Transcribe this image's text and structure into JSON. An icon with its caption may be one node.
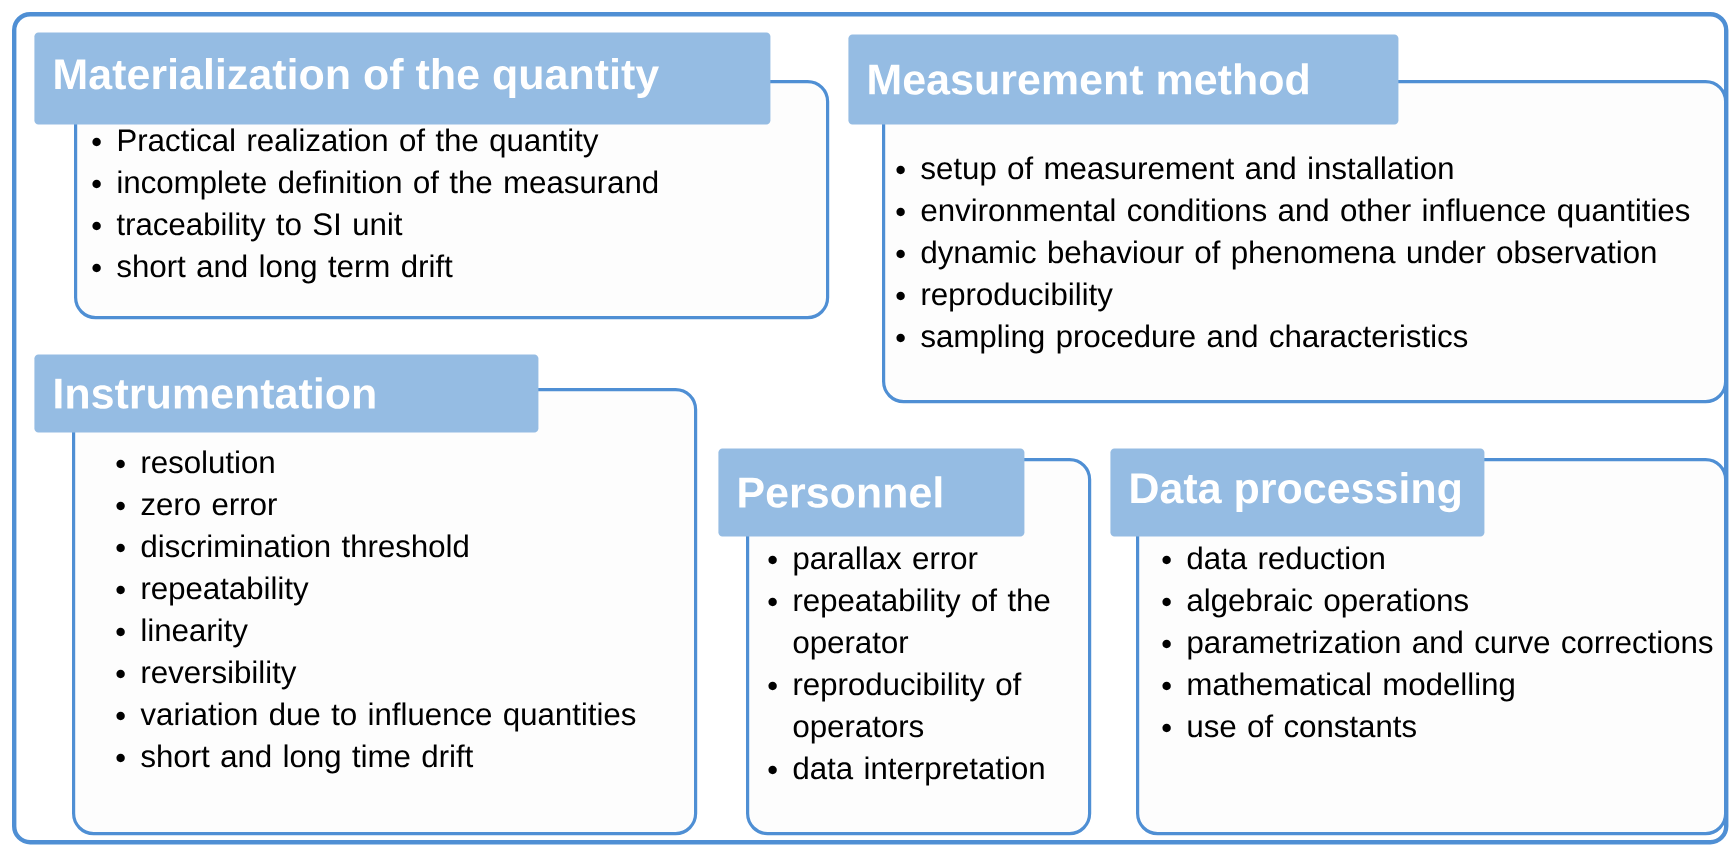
{
  "diagram": {
    "nodes": [
      {
        "text": [],
        "shape": "box"
      },
      {
        "text": [
          "Materialization of the quantity",
          "Practical realization of the quantity",
          "incomplete definition of the measurand",
          "traceability to SI unit",
          "short and long term drift"
        ],
        "in": 0
      },
      {
        "text": [
          "Measurement method",
          "setup of measurement and installation",
          "environmental conditions and other influence quantities",
          "dynamic behaviour of phenomena under observation",
          "reproducibility",
          "sampling procedure and characteristics"
        ],
        "in": 0
      },
      {
        "text": [
          "Instrumentation",
          "resolution",
          "zero error",
          "discrimination threshold",
          "repeatability",
          "linearity",
          "reversibility",
          "variation due to influence quantities",
          "short and long time drift"
        ],
        "in": 0
      },
      {
        "text": [
          "Personnel",
          "parallax error",
          "repeatability of the operator",
          "reproducibility of operators",
          "data interpretation"
        ],
        "in": 0
      },
      {
        "text": [
          "Data processing",
          "data reduction",
          "algebraic operations",
          "parametrization and curve corrections",
          "mathematical modelling",
          "use of constants"
        ],
        "in": 0
      }
    ]
  }
}
